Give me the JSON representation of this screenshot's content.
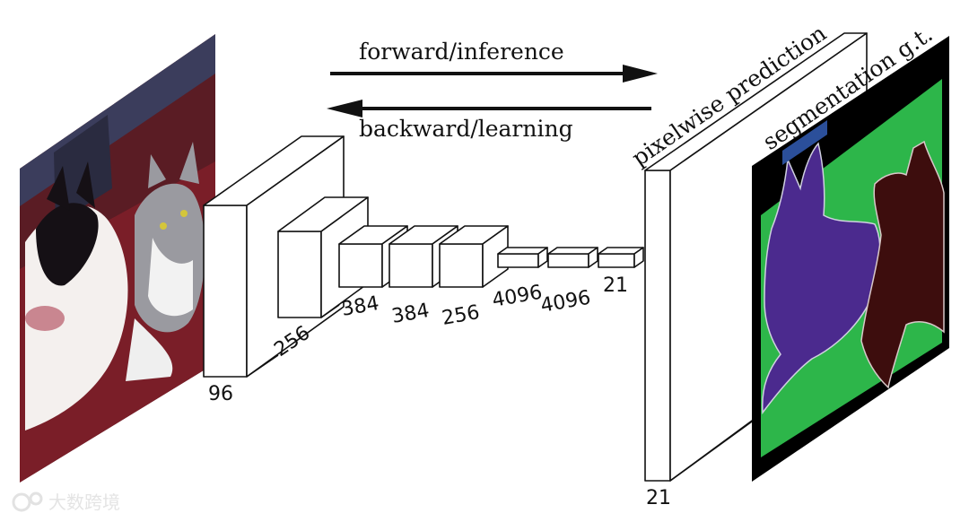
{
  "arrows": {
    "forward_label": "forward/inference",
    "backward_label": "backward/learning"
  },
  "layers": {
    "conv1": "96",
    "conv2": "256",
    "conv3": "384",
    "conv4": "384",
    "conv5": "256",
    "fc6": "4096",
    "fc7": "4096",
    "fc8": "21",
    "output": "21"
  },
  "prediction_label": "pixelwise prediction",
  "gt_label": "segmentation g.t.",
  "watermark": "大数跨境",
  "colors": {
    "gt_background": "#000000",
    "gt_green": "#2db64a",
    "gt_dog": "#4b2a8e",
    "gt_cat": "#3d0d0d",
    "gt_blue": "#2b4f9a"
  }
}
